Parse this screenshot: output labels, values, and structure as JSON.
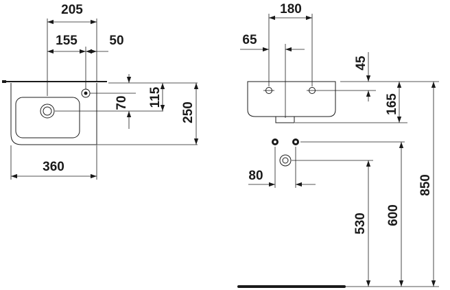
{
  "dimensions": {
    "top_width_205": "205",
    "tap_offset_155": "155",
    "tap_offset_50": "50",
    "depth_70": "70",
    "depth_115": "115",
    "depth_250": "250",
    "width_360": "360",
    "side_width_180": "180",
    "fix_65": "65",
    "fix_45": "45",
    "height_165": "165",
    "waste_80": "80",
    "height_530": "530",
    "height_600": "600",
    "height_850": "850"
  }
}
